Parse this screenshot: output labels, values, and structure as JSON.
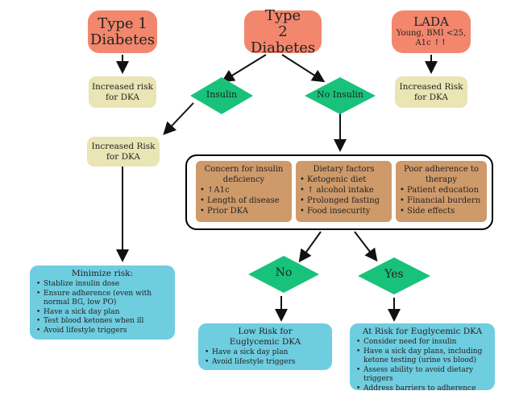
{
  "type1": {
    "line1": "Type 1",
    "line2": "Diabetes"
  },
  "type2": {
    "line1": "Type",
    "line2": "2 Diabetes"
  },
  "lada": {
    "title": "LADA",
    "line1": "Young, BMI <25,",
    "line2": "A1c ↑↑"
  },
  "risk_type1": {
    "line1": "Increased risk",
    "line2": "for DKA"
  },
  "risk_lada": {
    "line1": "Increased Risk",
    "line2": "for DKA"
  },
  "risk_insulin": {
    "line1": "Increased Risk",
    "line2": "for DKA"
  },
  "diamond_insulin": "Insulin",
  "diamond_no_insulin": "No Insulin",
  "diamond_no": "No",
  "diamond_yes": "Yes",
  "concern": {
    "title": "Concern for insulin deficiency",
    "items": [
      "↑A1c",
      "Length of disease",
      "Prior DKA"
    ]
  },
  "dietary": {
    "title": "Dietary factors",
    "items": [
      "Ketogenic diet",
      "↑ alcohol intake",
      "Prolonged fasting",
      "Food insecurity"
    ]
  },
  "adherence": {
    "title": "Poor adherence to therapy",
    "items": [
      "Patient education",
      "Financial burdern",
      "Side effects"
    ]
  },
  "minimize": {
    "title": "Minimize risk:",
    "items": [
      "Stablize insulin dose",
      "Ensure adherence (even with normal BG, low PO)",
      "Have a sick day plan",
      "Test blood ketones when ill",
      "Avoid lifestyle triggers"
    ]
  },
  "low_risk": {
    "title1": "Low Risk for",
    "title2": "Euglycemic DKA",
    "items": [
      "Have a sick day plan",
      "Avoid lifestyle triggers"
    ]
  },
  "at_risk": {
    "title": "At Risk for Euglycemic DKA",
    "items": [
      "Consider need for insulin",
      "Have a sick day plans, including ketone testing (urine vs blood)",
      "Assess ability to avoid dietary triggers",
      "Address barriers to adherence"
    ]
  },
  "colors": {
    "red": "#f2876d",
    "tan": "#e9e5b4",
    "brown": "#cf9a6a",
    "blue": "#6fcde0",
    "green": "#19c27a"
  }
}
